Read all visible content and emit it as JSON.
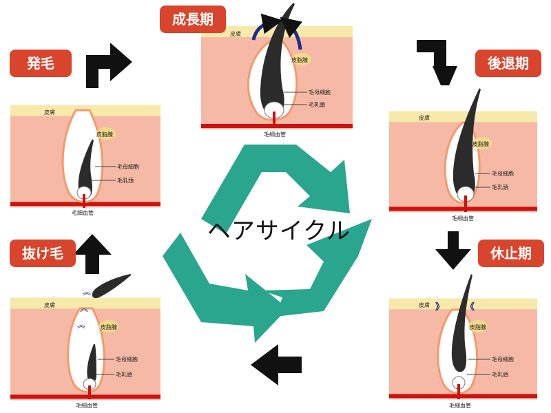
{
  "title": "ヘアサイクル",
  "colors": {
    "badge": "#d9442c",
    "skin_top": "#f7e9a9",
    "tissue": "#f6b9a6",
    "capillary": "#cc1111",
    "recycle": "#2aa68e",
    "follicle_outline": "#f29a6e",
    "hair": "#2b2b2b",
    "sebaceous": "#f4d98b",
    "arrow": "#111111",
    "motion_arrow": "#1f2b86"
  },
  "stages": {
    "growth": "成長期",
    "regression": "後退期",
    "resting": "休止期",
    "shedding": "抜け毛",
    "regrowth": "発毛"
  },
  "labels": {
    "skin": "皮膚",
    "sebaceous_gland": "皮脂腺",
    "matrix_cell": "毛母細胞",
    "papilla": "毛乳頭",
    "capillary": "毛細血管"
  }
}
